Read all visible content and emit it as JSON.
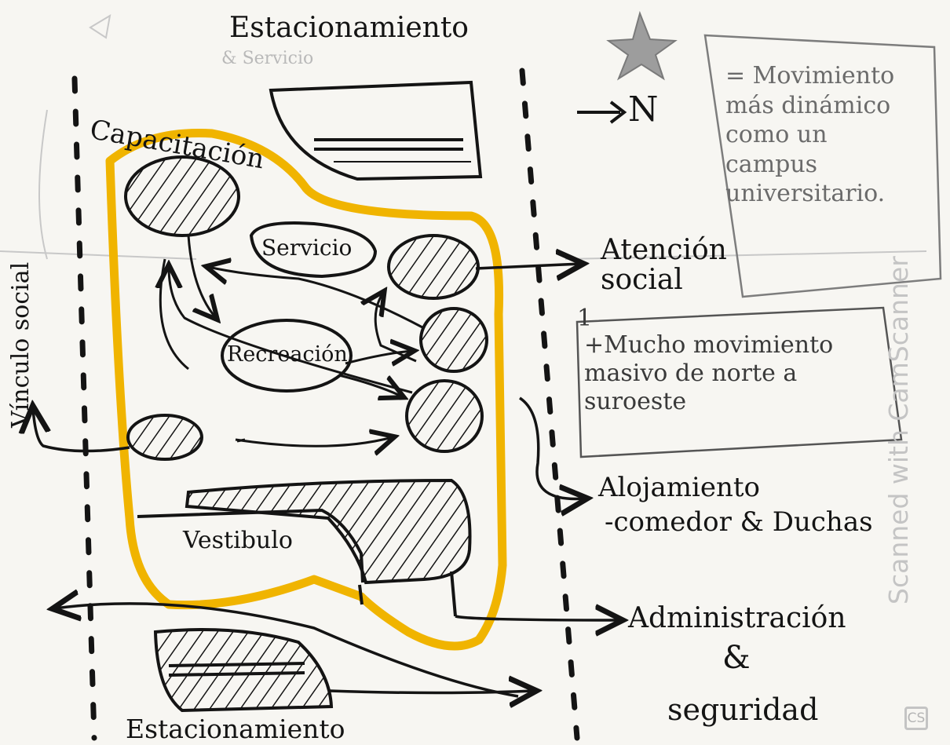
{
  "labels": {
    "parking_top": "Estacionamiento",
    "service_faint": "& Servicio",
    "capacitacion": "Capacitación",
    "servicio": "Servicio",
    "recreacion": "Recreación",
    "vestibulo": "Vestibulo",
    "parking_bottom": "Estacionamiento",
    "north": "N",
    "vinculo_social": "Vínculo social",
    "atencion_social": "Atención social",
    "alojamiento_line1": "Alojamiento",
    "alojamiento_line2": "-comedor & Duchas",
    "administracion": "Administración",
    "ampersand": "&",
    "seguridad": "seguridad"
  },
  "notes": {
    "note_1": "= Movimiento más dinámico como un campus universitario.",
    "note_2_number": "1",
    "note_2": "+Mucho movimiento masivo de norte a suroeste"
  },
  "watermark": {
    "text": "Scanned with CamScanner",
    "badge": "CS"
  },
  "colors": {
    "ink": "#141414",
    "highlight_outline": "#f0b400",
    "paper": "#f7f6f2",
    "faint_pencil": "#b9b9b9"
  }
}
